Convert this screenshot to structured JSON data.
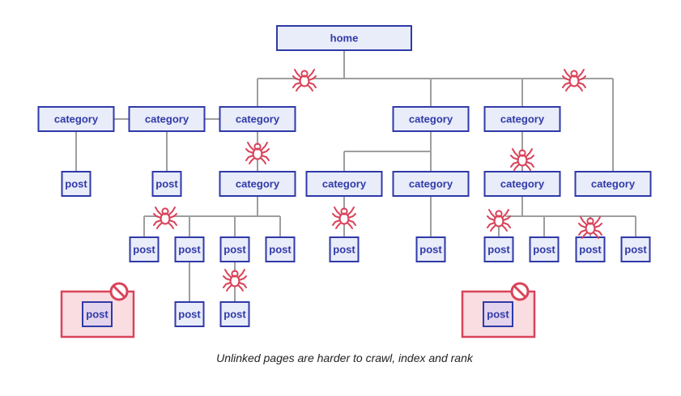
{
  "labels": {
    "home": "home",
    "category": "category",
    "post": "post"
  },
  "caption": "Unlinked pages are harder to crawl, index and rank",
  "colors": {
    "node_fill": "#e9ecf9",
    "node_border": "#2f3aa8",
    "node_text": "#2f3aa8",
    "connector": "#9e9e9e",
    "spider": "#d9435a",
    "orphan_fill": "#f9dde0",
    "orphan_border": "#d9435a"
  },
  "icons": {
    "crawler": "spider-icon",
    "blocked": "no-entry-icon"
  }
}
